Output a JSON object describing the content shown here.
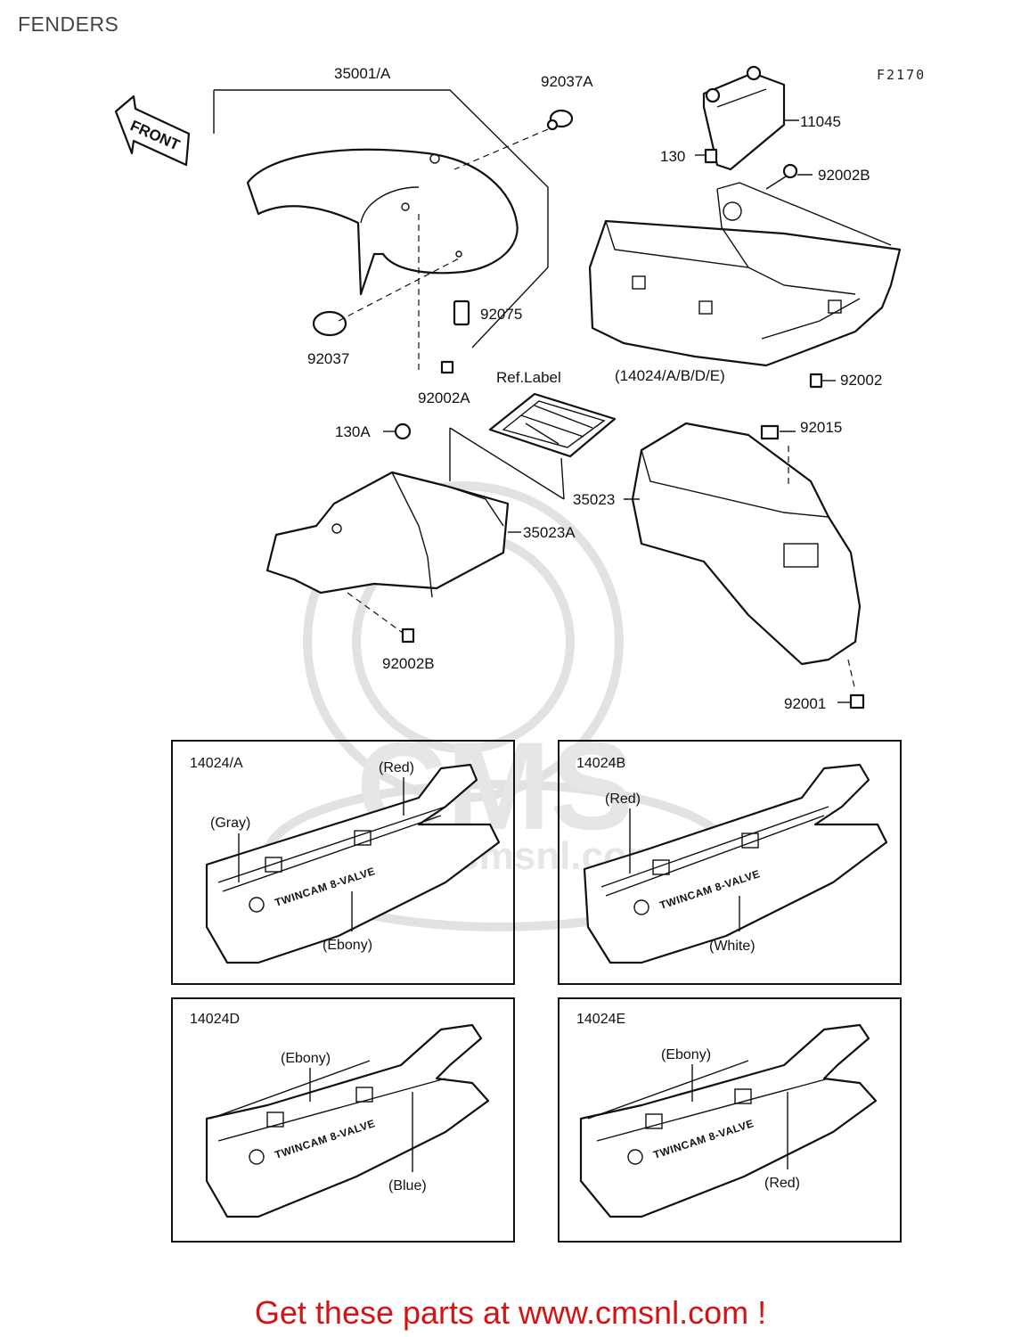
{
  "page": {
    "title": "FENDERS",
    "figure_code": "F2170",
    "front_arrow_label": "FRONT",
    "cta": "Get these parts at www.cmsnl.com !",
    "watermark": {
      "text": "CMS",
      "url": "www.cmsnl.com"
    }
  },
  "callouts": {
    "front_fender": "35001/A",
    "clamp_a": "92037A",
    "bracket": "11045",
    "bolt_130": "130",
    "bolt_92002b_top": "92002B",
    "clip": "92075",
    "clamp": "92037",
    "bolt_92002a": "92002A",
    "ref_label": "Ref.Label",
    "tail_cover": "(14024/A/B/D/E)",
    "bolt_92002": "92002",
    "bolt_130a": "130A",
    "nut_92015": "92015",
    "rear_fender": "35023",
    "inner_fender": "35023A",
    "bolt_92002b_bottom": "92002B",
    "bolt_92001": "92001"
  },
  "variants": [
    {
      "code": "14024/A",
      "colors": {
        "top": "(Red)",
        "left": "(Gray)",
        "bottom": "(Ebony)"
      },
      "emblem": "TWINCAM 8-VALVE"
    },
    {
      "code": "14024B",
      "colors": {
        "top": "(Red)",
        "bottom": "(White)"
      },
      "emblem": "TWINCAM 8-VALVE"
    },
    {
      "code": "14024D",
      "colors": {
        "top": "(Ebony)",
        "bottom": "(Blue)"
      },
      "emblem": "TWINCAM 8-VALVE"
    },
    {
      "code": "14024E",
      "colors": {
        "top": "(Ebony)",
        "bottom": "(Red)"
      },
      "emblem": "TWINCAM 8-VALVE"
    }
  ],
  "colors": {
    "cta": "#d21414",
    "ink": "#111111",
    "watermark": "#e2e2e2"
  }
}
